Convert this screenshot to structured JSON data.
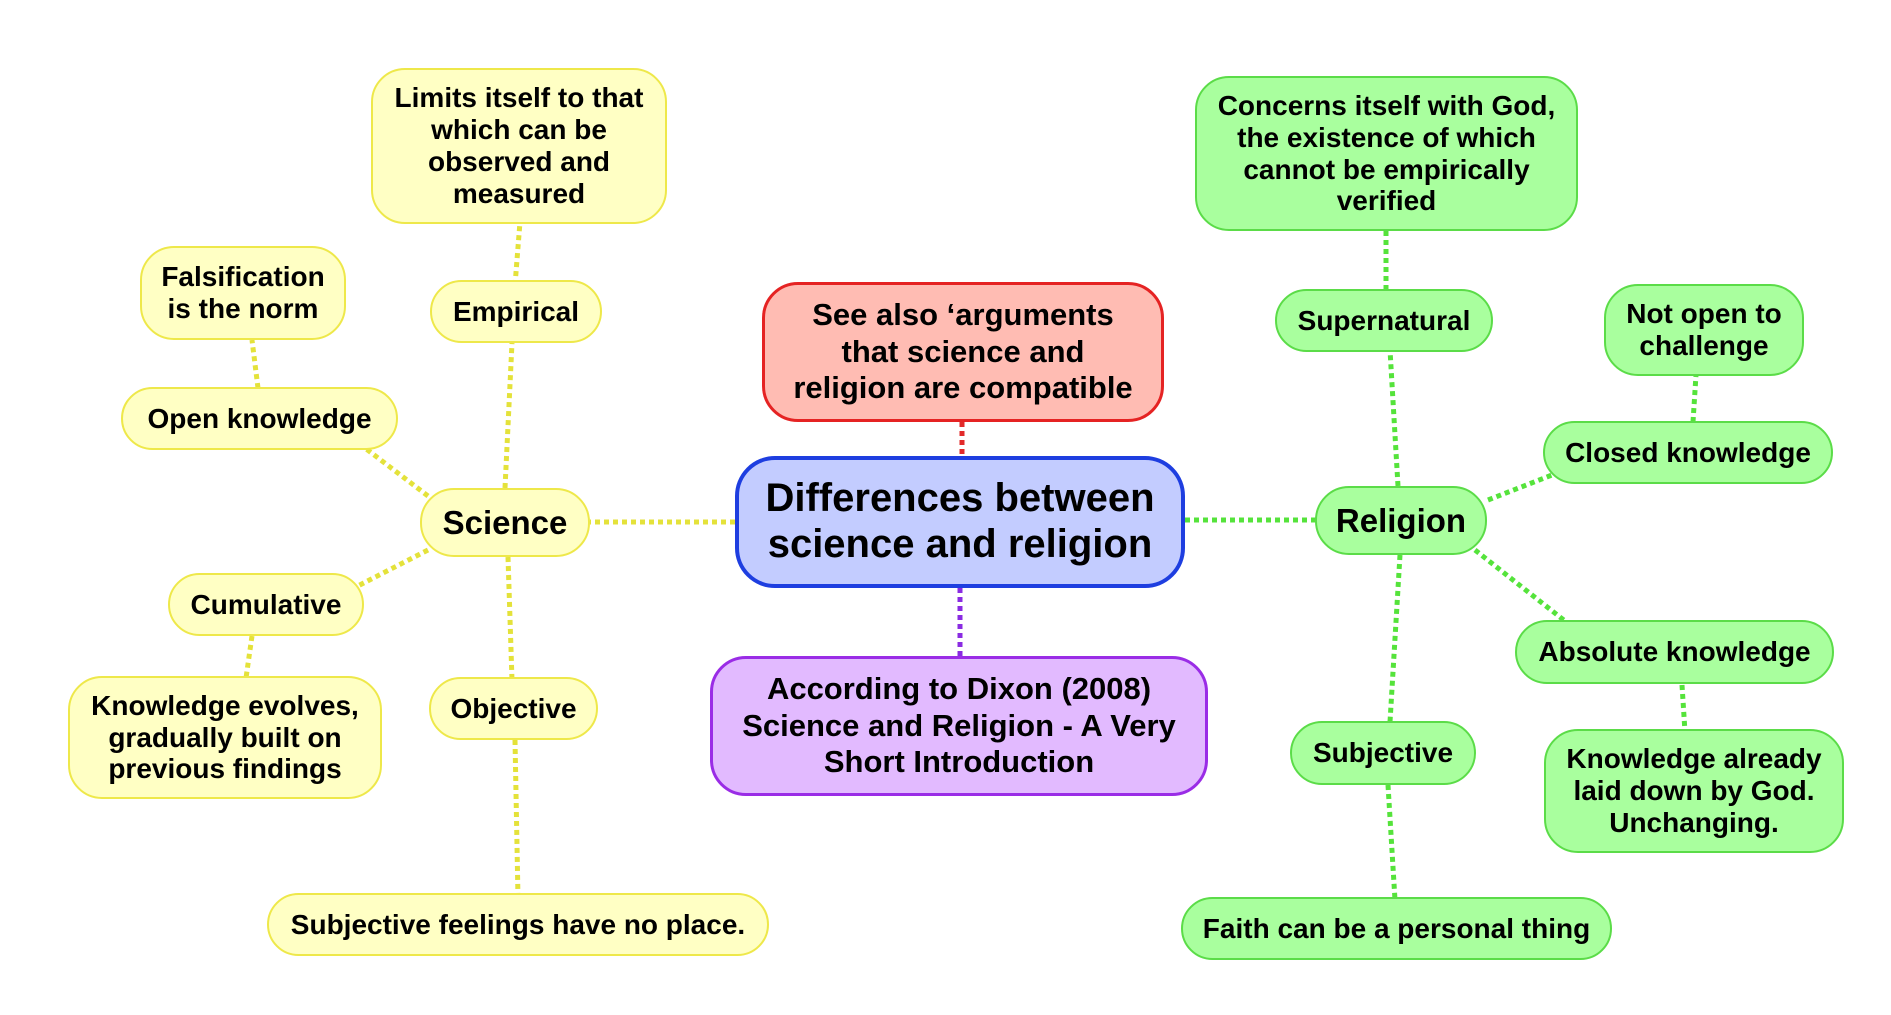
{
  "colors": {
    "science_line": "#e4e23a",
    "religion_line": "#55e33b",
    "note_line_red": "#e22a2a",
    "note_line_purple": "#8a2be2"
  },
  "central": "Differences between\nscience and religion",
  "note_top": "See also ‘arguments\nthat science and\nreligion are compatible",
  "note_bottom": "According to Dixon (2008)\nScience and Religion - A Very\nShort Introduction",
  "science": {
    "label": "Science",
    "empirical": "Empirical",
    "empirical_detail": "Limits itself to that\nwhich can be\nobserved and\nmeasured",
    "open_knowledge": "Open knowledge",
    "open_knowledge_detail": "Falsification\nis the norm",
    "cumulative": "Cumulative",
    "cumulative_detail": "Knowledge evolves,\ngradually built on\nprevious findings",
    "objective": "Objective",
    "objective_detail": "Subjective feelings have no place."
  },
  "religion": {
    "label": "Religion",
    "supernatural": "Supernatural",
    "supernatural_detail": "Concerns itself with God,\nthe existence of which\ncannot be empirically\nverified",
    "closed_knowledge": "Closed knowledge",
    "closed_knowledge_detail": "Not open to\nchallenge",
    "absolute_knowledge": "Absolute knowledge",
    "absolute_knowledge_detail": "Knowledge already\nlaid down by God.\nUnchanging.",
    "subjective": "Subjective",
    "subjective_detail": "Faith can be a personal thing"
  }
}
